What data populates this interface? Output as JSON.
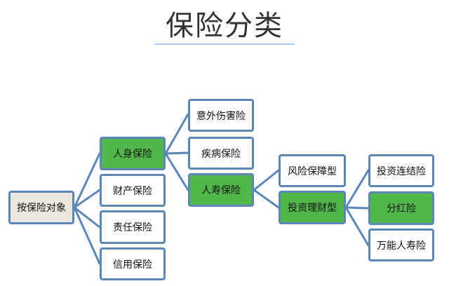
{
  "title": "保险分类",
  "nodes": {
    "root": "按保险对象",
    "life_body": "人身保险",
    "property": "财产保险",
    "liability": "责任保险",
    "credit": "信用保险",
    "accident": "意外伤害险",
    "disease": "疾病保险",
    "life": "人寿保险",
    "risk_protection": "风险保障型",
    "investment": "投资理财型",
    "linked": "投资连结险",
    "dividend": "分红险",
    "universal": "万能人寿险"
  },
  "colors": {
    "border": "#5a86b8",
    "highlight": "#52b74a",
    "root_fill": "#ece8df",
    "title_underline": "#a9c9e6"
  }
}
